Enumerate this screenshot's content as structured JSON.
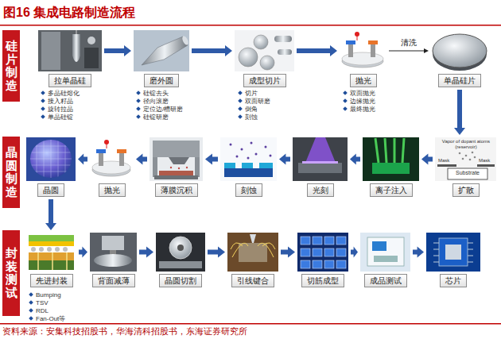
{
  "diagram": {
    "title": "图16 集成电路制造流程",
    "caption": "资料来源：安集科技招股书，华海清科招股书，东海证券研究所",
    "nodes": [
      {
        "text": [
          "硅片制造"
        ]
      },
      {
        "text": [
          "拉单晶硅"
        ]
      },
      {
        "text": [
          "磨外圆"
        ]
      },
      {
        "text": [
          "成型切片"
        ]
      },
      {
        "text": [
          "抛光"
        ]
      },
      {
        "text": [
          "单晶硅片"
        ]
      },
      {
        "text": [
          "晶圆制造"
        ]
      },
      {
        "text": [
          "晶圆"
        ]
      },
      {
        "text": [
          "抛光"
        ]
      },
      {
        "text": [
          "薄膜沉积"
        ]
      },
      {
        "text": [
          "刻蚀"
        ]
      },
      {
        "text": [
          "光刻"
        ]
      },
      {
        "text": [
          "离子注入"
        ]
      },
      {
        "text": [
          "扩散"
        ]
      },
      {
        "text": [
          "封装测试"
        ]
      },
      {
        "text": [
          "先进封装"
        ]
      },
      {
        "text": [
          "背面减薄"
        ]
      },
      {
        "text": [
          "晶圆切割"
        ]
      },
      {
        "text": [
          "引线键合"
        ]
      },
      {
        "text": [
          "切筋成型"
        ]
      },
      {
        "text": [
          "成品测试"
        ]
      },
      {
        "text": [
          "芯片"
        ]
      }
    ],
    "edges": [
      {
        "from": 1,
        "to": 2,
        "arrow": "to"
      },
      {
        "from": 2,
        "to": 3,
        "arrow": "to"
      },
      {
        "from": 3,
        "to": 4,
        "arrow": "to"
      },
      {
        "from": 4,
        "to": 5,
        "label": "清洗",
        "arrow": "to"
      },
      {
        "from": 5,
        "to": 13,
        "arrow": "to"
      },
      {
        "from": 13,
        "to": 12,
        "arrow": "to"
      },
      {
        "from": 12,
        "to": 11,
        "arrow": "to"
      },
      {
        "from": 11,
        "to": 10,
        "arrow": "to"
      },
      {
        "from": 10,
        "to": 9,
        "arrow": "to"
      },
      {
        "from": 9,
        "to": 8,
        "arrow": "to"
      },
      {
        "from": 8,
        "to": 7,
        "arrow": "to"
      },
      {
        "from": 7,
        "to": 15,
        "arrow": "to"
      },
      {
        "from": 15,
        "to": 16,
        "arrow": "to"
      },
      {
        "from": 16,
        "to": 17,
        "arrow": "to"
      },
      {
        "from": 17,
        "to": 18,
        "arrow": "to"
      },
      {
        "from": 18,
        "to": 19,
        "arrow": "to"
      },
      {
        "from": 19,
        "to": 20,
        "arrow": "to"
      },
      {
        "from": 20,
        "to": 21,
        "arrow": "to"
      }
    ],
    "labels": [
      "多晶硅熔化",
      "接入籽晶",
      "旋转拉晶",
      "单晶硅锭",
      "硅锭去头",
      "径向滚磨",
      "定位边/槽研磨",
      "硅锭研磨",
      "切片",
      "双面研磨",
      "倒角",
      "刻蚀",
      "双面抛光",
      "边缘抛光",
      "最终抛光",
      "Vapor of dopant atoms (reservoir)",
      "Mask",
      "Mask",
      "Substrate",
      "Bumping",
      "TSV",
      "RDL",
      "Fan-Out等"
    ]
  }
}
